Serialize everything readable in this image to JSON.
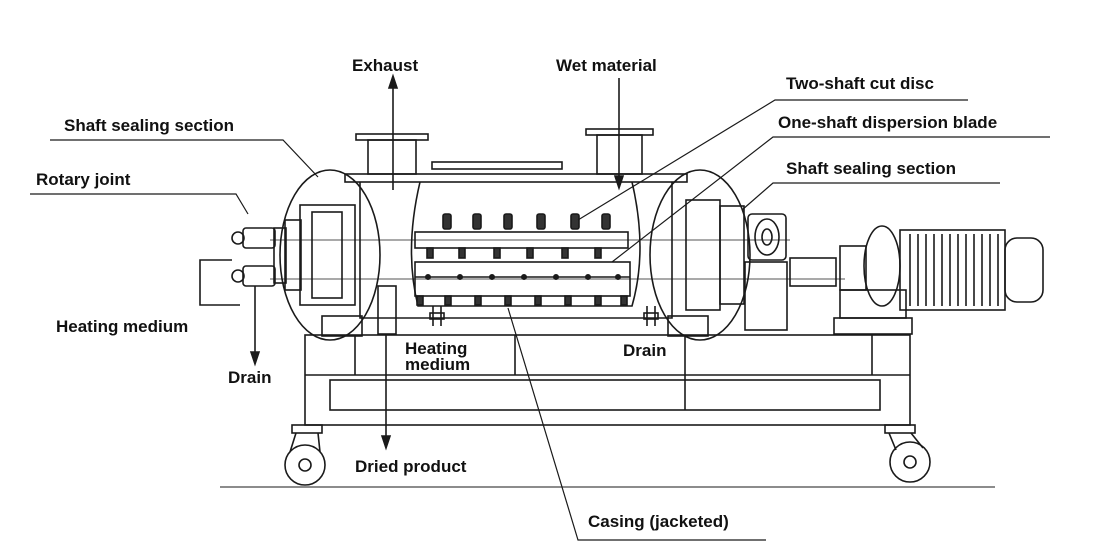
{
  "diagram": {
    "labels": {
      "exhaust": "Exhaust",
      "wet_material": "Wet material",
      "two_shaft_cut_disc": "Two-shaft cut disc",
      "shaft_sealing_left": "Shaft sealing section",
      "one_shaft_dispersion_blade": "One-shaft dispersion blade",
      "rotary_joint": "Rotary joint",
      "shaft_sealing_right": "Shaft sealing section",
      "heating_medium_left": "Heating medium",
      "drain_left": "Drain",
      "heating_medium_center": "Heating medium",
      "drain_center": "Drain",
      "dried_product": "Dried product",
      "casing": "Casing (jacketed)"
    },
    "colors": {
      "line": "#1a1a1a",
      "background": "#ffffff"
    }
  }
}
